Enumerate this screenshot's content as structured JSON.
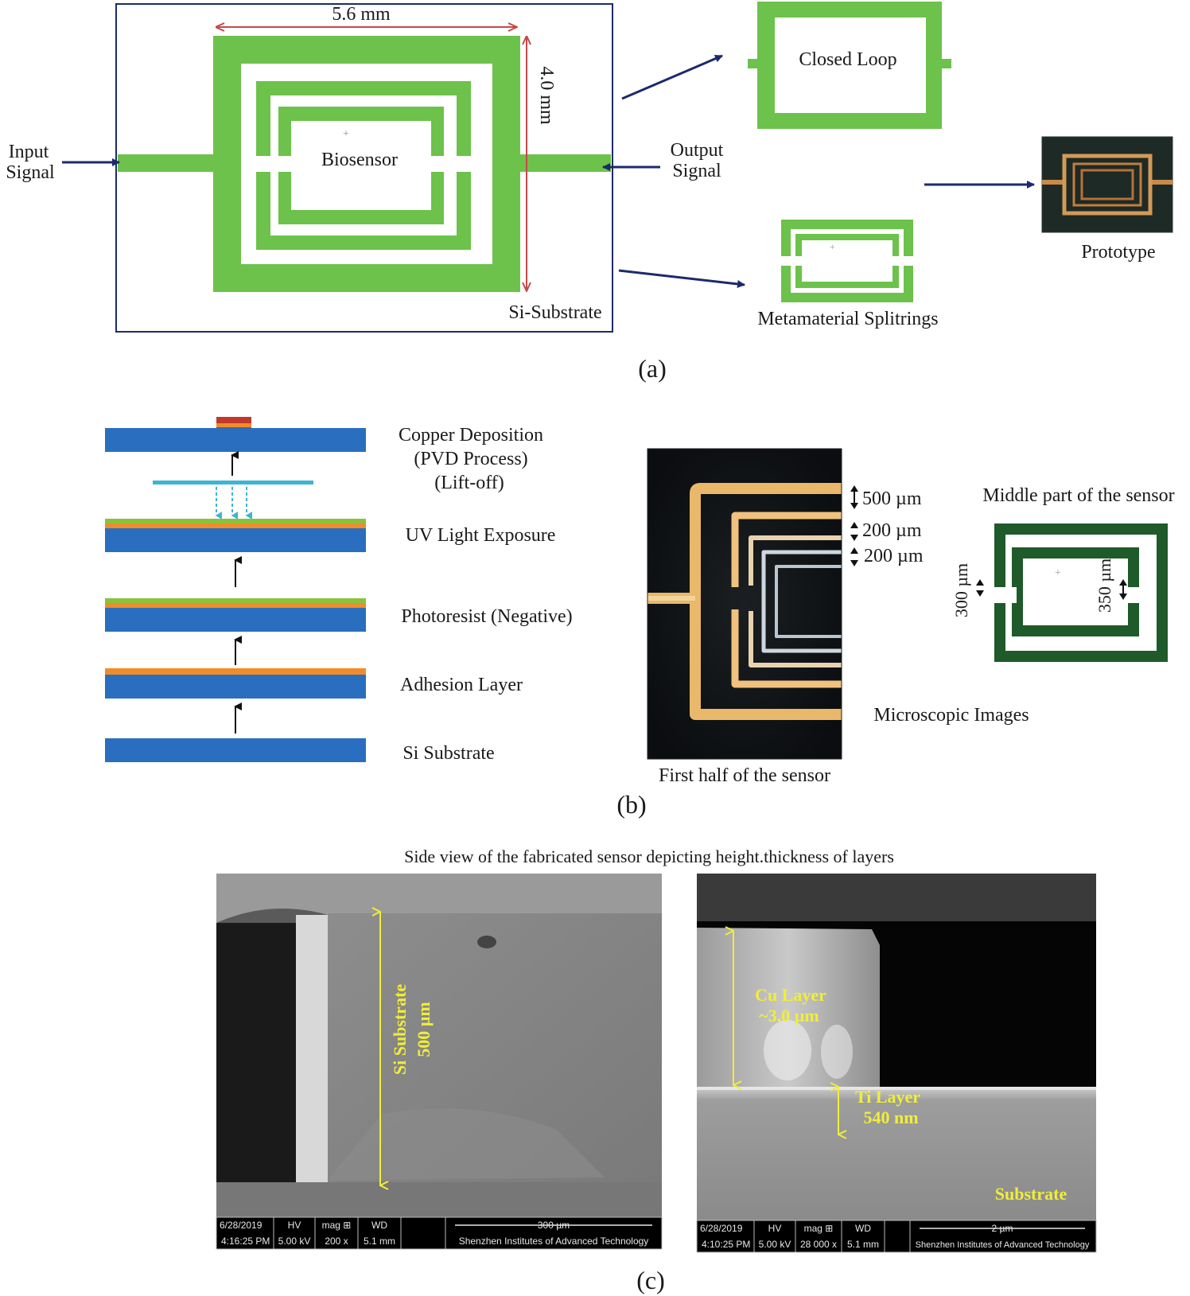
{
  "panel_a": {
    "label": "(a)",
    "width_dim": "5.6 mm",
    "height_dim": "4.0 mm",
    "biosensor": "Biosensor",
    "input_signal": [
      "Input",
      "Signal"
    ],
    "output_signal": [
      "Output",
      "Signal"
    ],
    "substrate": "Si-Substrate",
    "closed_loop": "Closed Loop",
    "split_rings": "Metamaterial Splitrings",
    "prototype": "Prototype"
  },
  "panel_b": {
    "label": "(b)",
    "steps": {
      "copper": [
        "Copper Deposition",
        "(PVD Process)",
        "(Lift-off)"
      ],
      "uv": "UV Light Exposure",
      "photoresist": "Photoresist (Negative)",
      "adhesion": "Adhesion Layer",
      "substrate": "Si Substrate"
    },
    "dims": [
      "500 µm",
      "200 µm",
      "200 µm"
    ],
    "first_half": "First half of the sensor",
    "microscopic": "Microscopic Images",
    "middle_part": "Middle part of the sensor",
    "gap_left": "300 µm",
    "gap_right": "350 µm"
  },
  "panel_c": {
    "label": "(c)",
    "title": "Side view of the fabricated sensor depicting height.thickness of layers",
    "left_image": {
      "annotation": [
        "Si Substrate",
        "500 µm"
      ],
      "databar": {
        "date": "6/28/2019",
        "time": "4:16:25 PM",
        "hv_label": "HV",
        "hv": "5.00 kV",
        "mag_label": "mag ⊞",
        "mag": "200 x",
        "wd_label": "WD",
        "wd": "5.1 mm",
        "scale": "300 µm",
        "institute": "Shenzhen Institutes of Advanced Technology"
      }
    },
    "right_image": {
      "cu_label": [
        "Cu Layer",
        "~3.0 µm"
      ],
      "ti_label": [
        "Ti Layer",
        "540 nm"
      ],
      "substrate": "Substrate",
      "databar": {
        "date": "6/28/2019",
        "time": "4:10:25 PM",
        "hv_label": "HV",
        "hv": "5.00 kV",
        "mag_label": "mag ⊞",
        "mag": "28 000 x",
        "wd_label": "WD",
        "wd": "5.1 mm",
        "scale": "2 µm",
        "institute": "Shenzhen Institutes of Advanced Technology"
      }
    }
  },
  "colors": {
    "trace_green": "#6cc24a",
    "dark_green": "#1f5a2a",
    "arrow_navy": "#1c2a6b",
    "dim_red": "#c84848",
    "wafer_blue": "#2a6fbf",
    "adhesion_orange": "#f28c28",
    "resist_green": "#8ac23c",
    "copper_red": "#c0392b",
    "uv_cyan": "#3cb4d4",
    "sem_yellow": "#f0ee3a"
  }
}
